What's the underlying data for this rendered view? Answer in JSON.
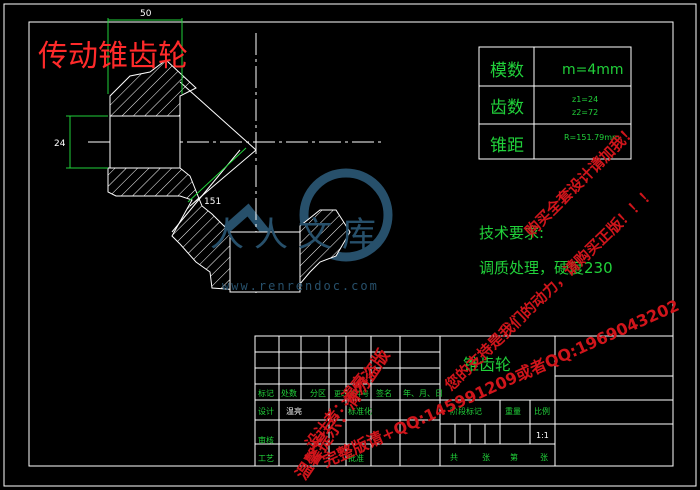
{
  "title_red": "传动锥齿轮",
  "params": {
    "module_label": "模数",
    "module_value": "m=4mm",
    "teeth_label": "齿数",
    "teeth_z1": "z1=24",
    "teeth_z2": "z2=72",
    "cone_label": "锥距",
    "cone_value": "R=151.79mm"
  },
  "dims": {
    "width": "50",
    "bore": "24",
    "cone": "151"
  },
  "tech": {
    "line1": "技术要求:",
    "line2": "调质处理，硬度230"
  },
  "watermark": {
    "text": "人人文库",
    "url": "www.renrendoc.com"
  },
  "title_block": {
    "part_name": "锥齿轮",
    "row_labels": [
      "标记",
      "处数",
      "分区",
      "更改文件号",
      "签名",
      "年、月、日"
    ],
    "design": "设计",
    "designer": "温亮",
    "standard": "标准化",
    "review": "审核",
    "process": "工艺",
    "approve": "批准",
    "stage_mark": "阶段标记",
    "weight": "重量",
    "scale_label": "比例",
    "scale": "1:1",
    "sheets": [
      "共",
      "张",
      "第",
      "张"
    ]
  },
  "red_notes": [
    "温馨提示：清勿盗版",
    "完整版请+QQ:145991209或者QQ:1969043202",
    "购买全套设计请加我！",
    "您的支持是我们的动力，请购买正版！！！",
    "设计者：温亮"
  ]
}
